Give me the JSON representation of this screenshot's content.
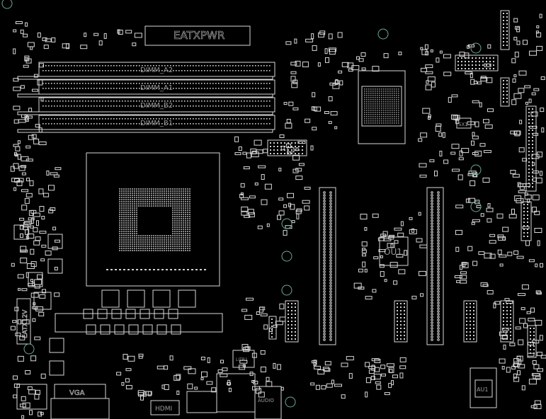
{
  "view": "boardview-top-layer",
  "colors": {
    "background": "#000000",
    "outline": "#d8d8d8",
    "mounting_hole": "#6fa89a"
  },
  "labels": {
    "atx_power": "EATXPWR",
    "dimm_slots": [
      "DIMM_A2",
      "DIMM_A1",
      "DIMM_B2",
      "DIMM_B1"
    ],
    "cpu_power": "EATX12V",
    "vga": "VGA",
    "hdmi": "HDMI",
    "lan_transformer": "LITR1",
    "audio": "AUDIO",
    "super_io": "OU1",
    "audio_codec": "AU1",
    "crystal": "SX1"
  }
}
